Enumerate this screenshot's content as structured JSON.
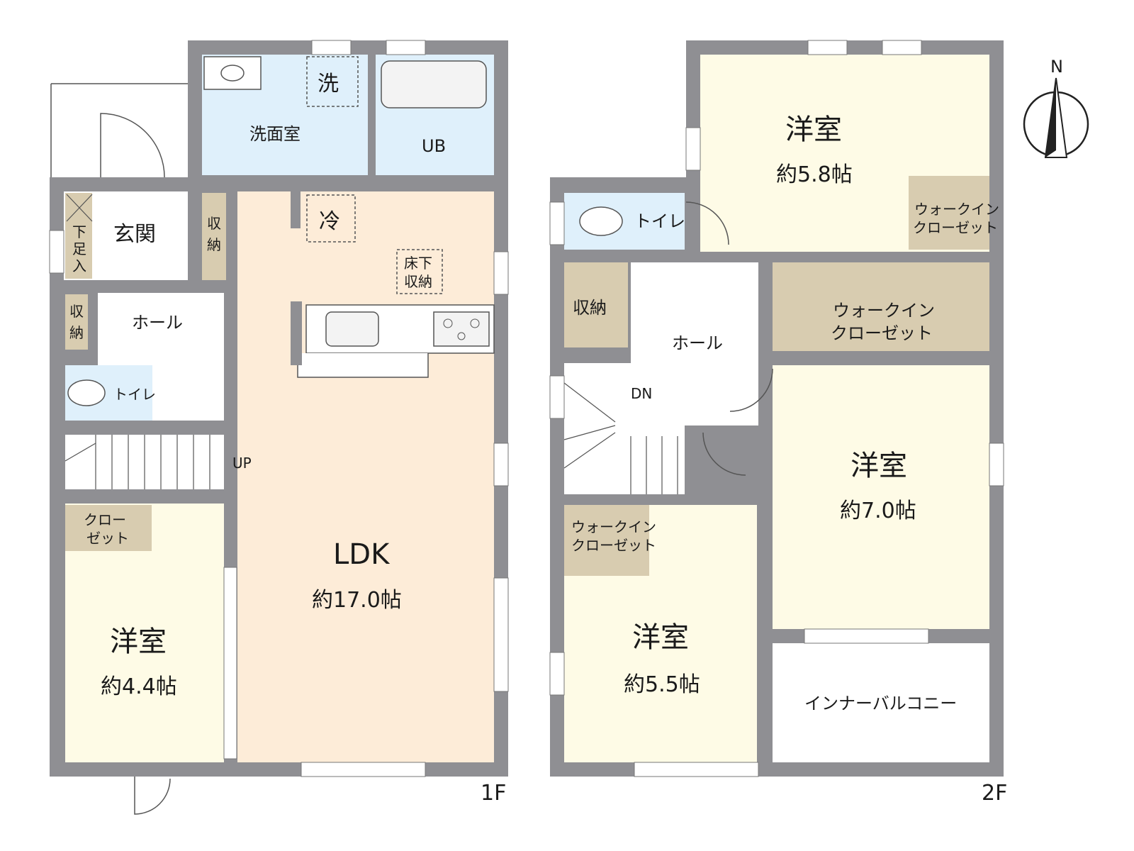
{
  "floors": [
    {
      "label": "1F",
      "stairs_label": "UP",
      "rooms": [
        {
          "id": "washroom",
          "name": "洗面室"
        },
        {
          "id": "washer",
          "name": "洗"
        },
        {
          "id": "bath",
          "name": "UB"
        },
        {
          "id": "entrance",
          "name": "玄関"
        },
        {
          "id": "shoe-storage",
          "lines": [
            "下",
            "足",
            "入"
          ]
        },
        {
          "id": "storage-a",
          "lines": [
            "収",
            "納"
          ]
        },
        {
          "id": "storage-b",
          "lines": [
            "収",
            "納"
          ]
        },
        {
          "id": "hall",
          "name": "ホール"
        },
        {
          "id": "toilet",
          "name": "トイレ"
        },
        {
          "id": "fridge",
          "name": "冷"
        },
        {
          "id": "underfloor",
          "lines": [
            "床下",
            "収納"
          ]
        },
        {
          "id": "ldk",
          "name": "LDK",
          "size": "約17.0帖"
        },
        {
          "id": "closet",
          "lines": [
            "クロー",
            "ゼット"
          ]
        },
        {
          "id": "western",
          "name": "洋室",
          "size": "約4.4帖"
        }
      ]
    },
    {
      "label": "2F",
      "stairs_label": "DN",
      "rooms": [
        {
          "id": "western-north",
          "name": "洋室",
          "size": "約5.8帖"
        },
        {
          "id": "wic-north",
          "lines": [
            "ウォークイン",
            "クローゼット"
          ]
        },
        {
          "id": "toilet",
          "name": "トイレ"
        },
        {
          "id": "storage",
          "name": "収納"
        },
        {
          "id": "hall",
          "name": "ホール"
        },
        {
          "id": "wic-center",
          "lines": [
            "ウォークイン",
            "クローゼット"
          ]
        },
        {
          "id": "western-east",
          "name": "洋室",
          "size": "約7.0帖"
        },
        {
          "id": "wic-south",
          "lines": [
            "ウォークイン",
            "クローゼット"
          ]
        },
        {
          "id": "western-south",
          "name": "洋室",
          "size": "約5.5帖"
        },
        {
          "id": "inner-balcony",
          "name": "インナーバルコニー"
        }
      ]
    }
  ],
  "compass": {
    "label": "N",
    "icon": "north-arrow-icon"
  },
  "colors": {
    "wall": "#8f8f93",
    "ldk": "#fdecd8",
    "western": "#fefbe6",
    "wet": "#dff0fb",
    "storage": "#d8ccb0",
    "hall": "#ffffff"
  }
}
